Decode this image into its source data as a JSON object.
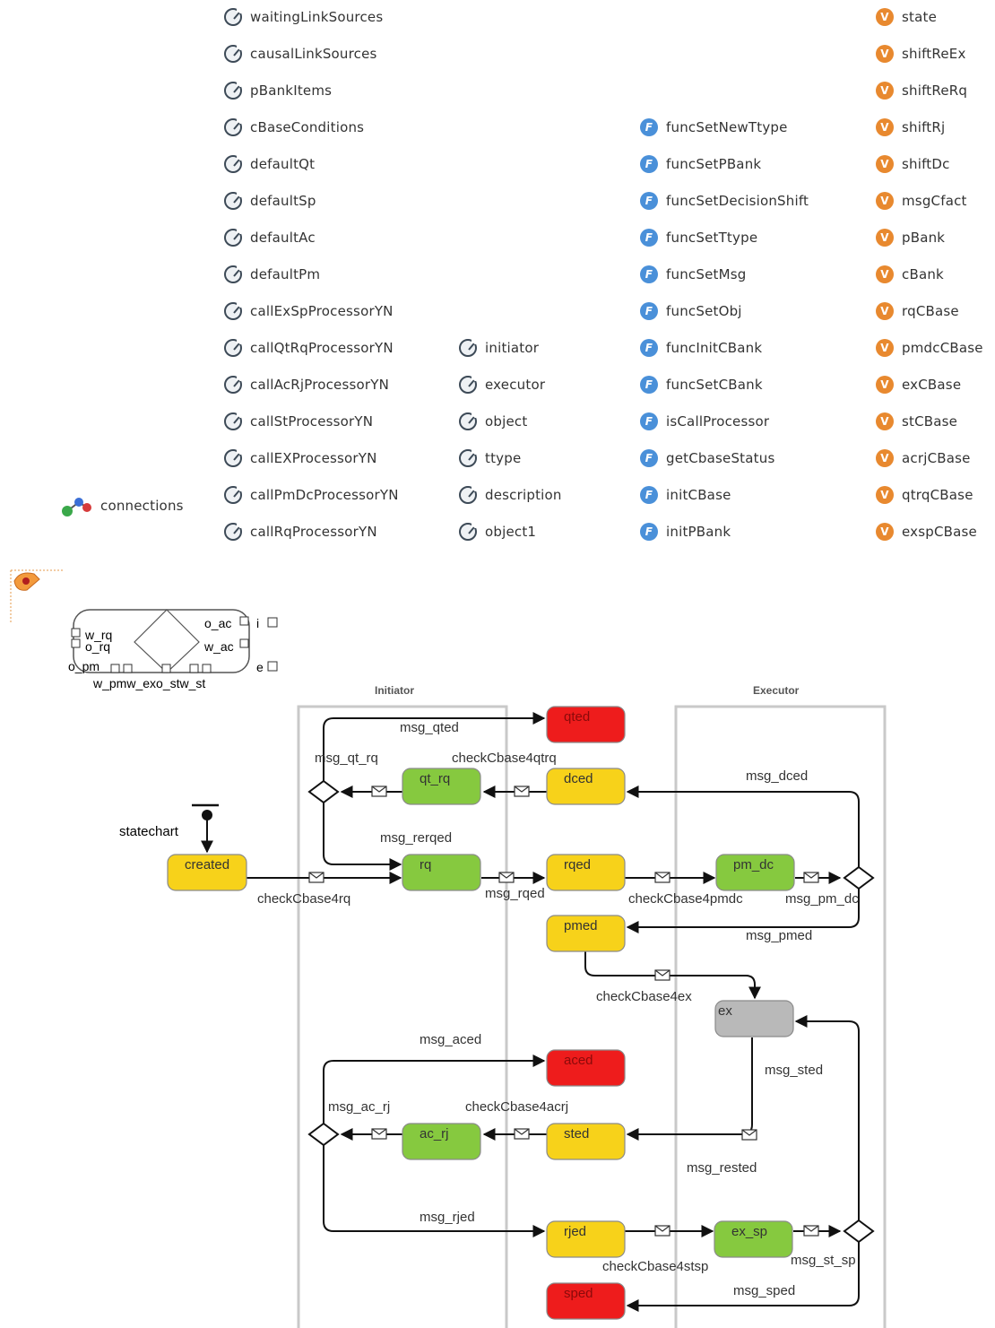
{
  "params_col1": [
    "waitingLinkSources",
    "causalLinkSources",
    "pBankItems",
    "cBaseConditions",
    "defaultQt",
    "defaultSp",
    "defaultAc",
    "defaultPm",
    "callExSpProcessorYN",
    "callQtRqProcessorYN",
    "callAcRjProcessorYN",
    "callStProcessorYN",
    "callEXProcessorYN",
    "callPmDcProcessorYN",
    "callRqProcessorYN"
  ],
  "params_col2": [
    "initiator",
    "executor",
    "object",
    "ttype",
    "description",
    "object1"
  ],
  "functions": [
    "funcSetNewTtype",
    "funcSetPBank",
    "funcSetDecisionShift",
    "funcSetTtype",
    "funcSetMsg",
    "funcSetObj",
    "funcInitCBank",
    "funcSetCBank",
    "isCallProcessor",
    "getCbaseStatus",
    "initCBase",
    "initPBank"
  ],
  "variables": [
    "state",
    "shiftReEx",
    "shiftReRq",
    "shiftRj",
    "shiftDc",
    "msgCfact",
    "pBank",
    "cBank",
    "rqCBase",
    "pmdcCBase",
    "exCBase",
    "stCBase",
    "acrjCBase",
    "qtrqCBase",
    "exspCBase"
  ],
  "connections_label": "connections",
  "icons": {
    "param": "parameter-icon",
    "func": "function-icon",
    "var": "variable-icon",
    "conn": "connections-icon"
  },
  "block": {
    "ports": [
      "w_rq",
      "o_rq",
      "o_pm",
      "o_ac",
      "w_ac",
      "i",
      "e"
    ],
    "bottom_label": "w_pmw_exo_stw_st"
  },
  "swimlanes": {
    "initiator": "Initiator",
    "executor": "Executor"
  },
  "statechart_label": "statechart",
  "states": [
    {
      "id": "qted",
      "label": "qted",
      "color": "red"
    },
    {
      "id": "dced",
      "label": "dced",
      "color": "yellow"
    },
    {
      "id": "qt_rq",
      "label": "qt_rq",
      "color": "green"
    },
    {
      "id": "created",
      "label": "created",
      "color": "yellow"
    },
    {
      "id": "rq",
      "label": "rq",
      "color": "green"
    },
    {
      "id": "rqed",
      "label": "rqed",
      "color": "yellow"
    },
    {
      "id": "pm_dc",
      "label": "pm_dc",
      "color": "green"
    },
    {
      "id": "pmed",
      "label": "pmed",
      "color": "yellow"
    },
    {
      "id": "ex",
      "label": "ex",
      "color": "gray"
    },
    {
      "id": "aced",
      "label": "aced",
      "color": "red"
    },
    {
      "id": "sted",
      "label": "sted",
      "color": "yellow"
    },
    {
      "id": "ac_rj",
      "label": "ac_rj",
      "color": "green"
    },
    {
      "id": "rjed",
      "label": "rjed",
      "color": "yellow"
    },
    {
      "id": "ex_sp",
      "label": "ex_sp",
      "color": "green"
    },
    {
      "id": "sped",
      "label": "sped",
      "color": "red"
    }
  ],
  "transitions": [
    "msg_qted",
    "msg_qt_rq",
    "checkCbase4qtrq",
    "msg_dced",
    "msg_rerqed",
    "checkCbase4rq",
    "msg_rqed",
    "checkCbase4pmdc",
    "msg_pm_dc",
    "msg_pmed",
    "checkCbase4ex",
    "msg_aced",
    "msg_sted",
    "msg_ac_rj",
    "checkCbase4acrj",
    "msg_rested",
    "msg_rjed",
    "checkCbase4stsp",
    "msg_st_sp",
    "msg_sped"
  ],
  "colors": {
    "red": "#ee1c1c",
    "yellow": "#f7d21a",
    "green": "#86c93f",
    "gray": "#b9b9b9"
  }
}
